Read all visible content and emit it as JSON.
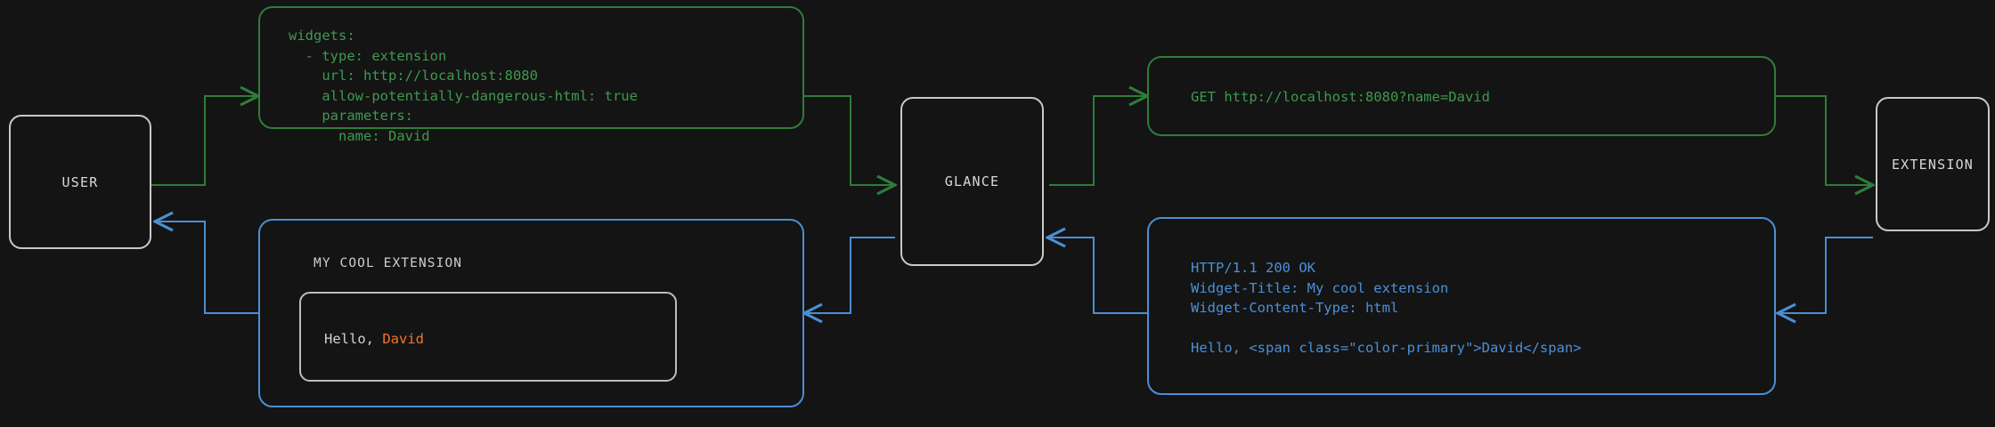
{
  "diagram": {
    "background_color": "#141414",
    "request_color": "#3d9a4e",
    "response_color": "#4a90d9",
    "node_color": "#c9c9c9",
    "accent_color": "#f2762e"
  },
  "nodes": {
    "user": {
      "label": "USER"
    },
    "glance": {
      "label": "GLANCE"
    },
    "extension": {
      "label": "EXTENSION"
    }
  },
  "messages": {
    "config_yaml": {
      "direction": "user-to-glance",
      "color": "#3d9a4e",
      "text": "widgets:\n  - type: extension\n    url: http://localhost:8080\n    allow-potentially-dangerous-html: true\n    parameters:\n      name: David"
    },
    "http_request": {
      "direction": "glance-to-extension",
      "color": "#3d9a4e",
      "text": "GET http://localhost:8080?name=David"
    },
    "http_response": {
      "direction": "extension-to-glance",
      "color": "#4a90d9",
      "text": "HTTP/1.1 200 OK\nWidget-Title: My cool extension\nWidget-Content-Type: html\n\nHello, <span class=\"color-primary\">David</span>"
    },
    "rendered_widget": {
      "direction": "glance-to-user",
      "color": "#4a90d9",
      "title": "MY COOL EXTENSION",
      "body_prefix": "Hello, ",
      "body_accent": "David"
    }
  }
}
